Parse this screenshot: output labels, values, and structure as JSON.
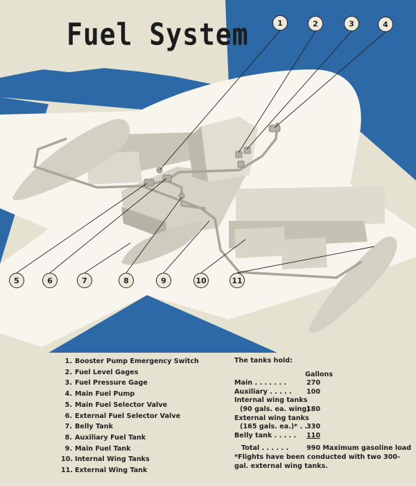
{
  "title": "Fuel System",
  "callouts": [
    "1",
    "2",
    "3",
    "4",
    "5",
    "6",
    "7",
    "8",
    "9",
    "10",
    "11"
  ],
  "legend": [
    {
      "num": "1.",
      "text": "Booster Pump Emergency Switch"
    },
    {
      "num": "2.",
      "text": "Fuel Level Gages"
    },
    {
      "num": "3.",
      "text": "Fuel Pressure Gage"
    },
    {
      "num": "4.",
      "text": "Main Fuel Pump"
    },
    {
      "num": "5.",
      "text": "Main Fuel Selector Valve"
    },
    {
      "num": "6.",
      "text": "External Fuel Selector Valve"
    },
    {
      "num": "7.",
      "text": "Belly Tank"
    },
    {
      "num": "8.",
      "text": "Auxiliary Fuel Tank"
    },
    {
      "num": "9.",
      "text": "Main Fuel Tank"
    },
    {
      "num": "10.",
      "text": "Internal Wing Tanks"
    },
    {
      "num": "11.",
      "text": "External Wing Tank"
    }
  ],
  "tanks": {
    "heading": "The tanks hold:",
    "unit": "Gallons",
    "rows": [
      {
        "label": "Main . . . . . . .",
        "value": "270"
      },
      {
        "label": "Auxiliary . . . . .",
        "value": "100"
      },
      {
        "label": "Internal wing tanks",
        "value": ""
      },
      {
        "label": "(90 gals. ea. wing)",
        "value": "180"
      },
      {
        "label": "External wing tanks",
        "value": ""
      },
      {
        "label": "(165 gals. ea.)* . .",
        "value": "330"
      },
      {
        "label": "Belly tank . . . . .",
        "value": "110"
      }
    ],
    "total_label": "Total . . . . . .",
    "total_value": "990 Maximum gasoline load",
    "footnote": "*Flights have been conducted with two 300-gal. external wing tanks."
  },
  "colors": {
    "paper": "#e6e2d2",
    "blue": "#2d69a6",
    "part": "#d6d3c6",
    "ink": "#222222"
  }
}
